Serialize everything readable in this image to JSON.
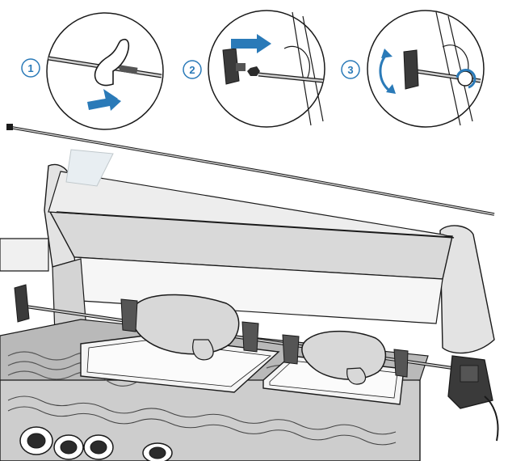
{
  "steps": [
    {
      "number": "1",
      "action": "twist-and-separate-spit-rod"
    },
    {
      "number": "2",
      "action": "slide-on-handle-and-nut"
    },
    {
      "number": "3",
      "action": "tighten-handle-and-insert-into-motor"
    }
  ],
  "colors": {
    "accent_arrow": "#2a7ab8",
    "line": "#1a1a1a",
    "metal_light": "#e6e6e6",
    "metal_mid": "#c9c9c9",
    "metal_dark": "#8a8a8a",
    "chicken": "#d8d8d8",
    "tray": "#f4f4f4",
    "motor": "#3a3a3a",
    "knob": "#2b2b2b",
    "background": "#ffffff"
  },
  "icons": [
    "rotate-arrow-icon",
    "push-arrow-icon",
    "motor-icon",
    "handle-icon"
  ]
}
